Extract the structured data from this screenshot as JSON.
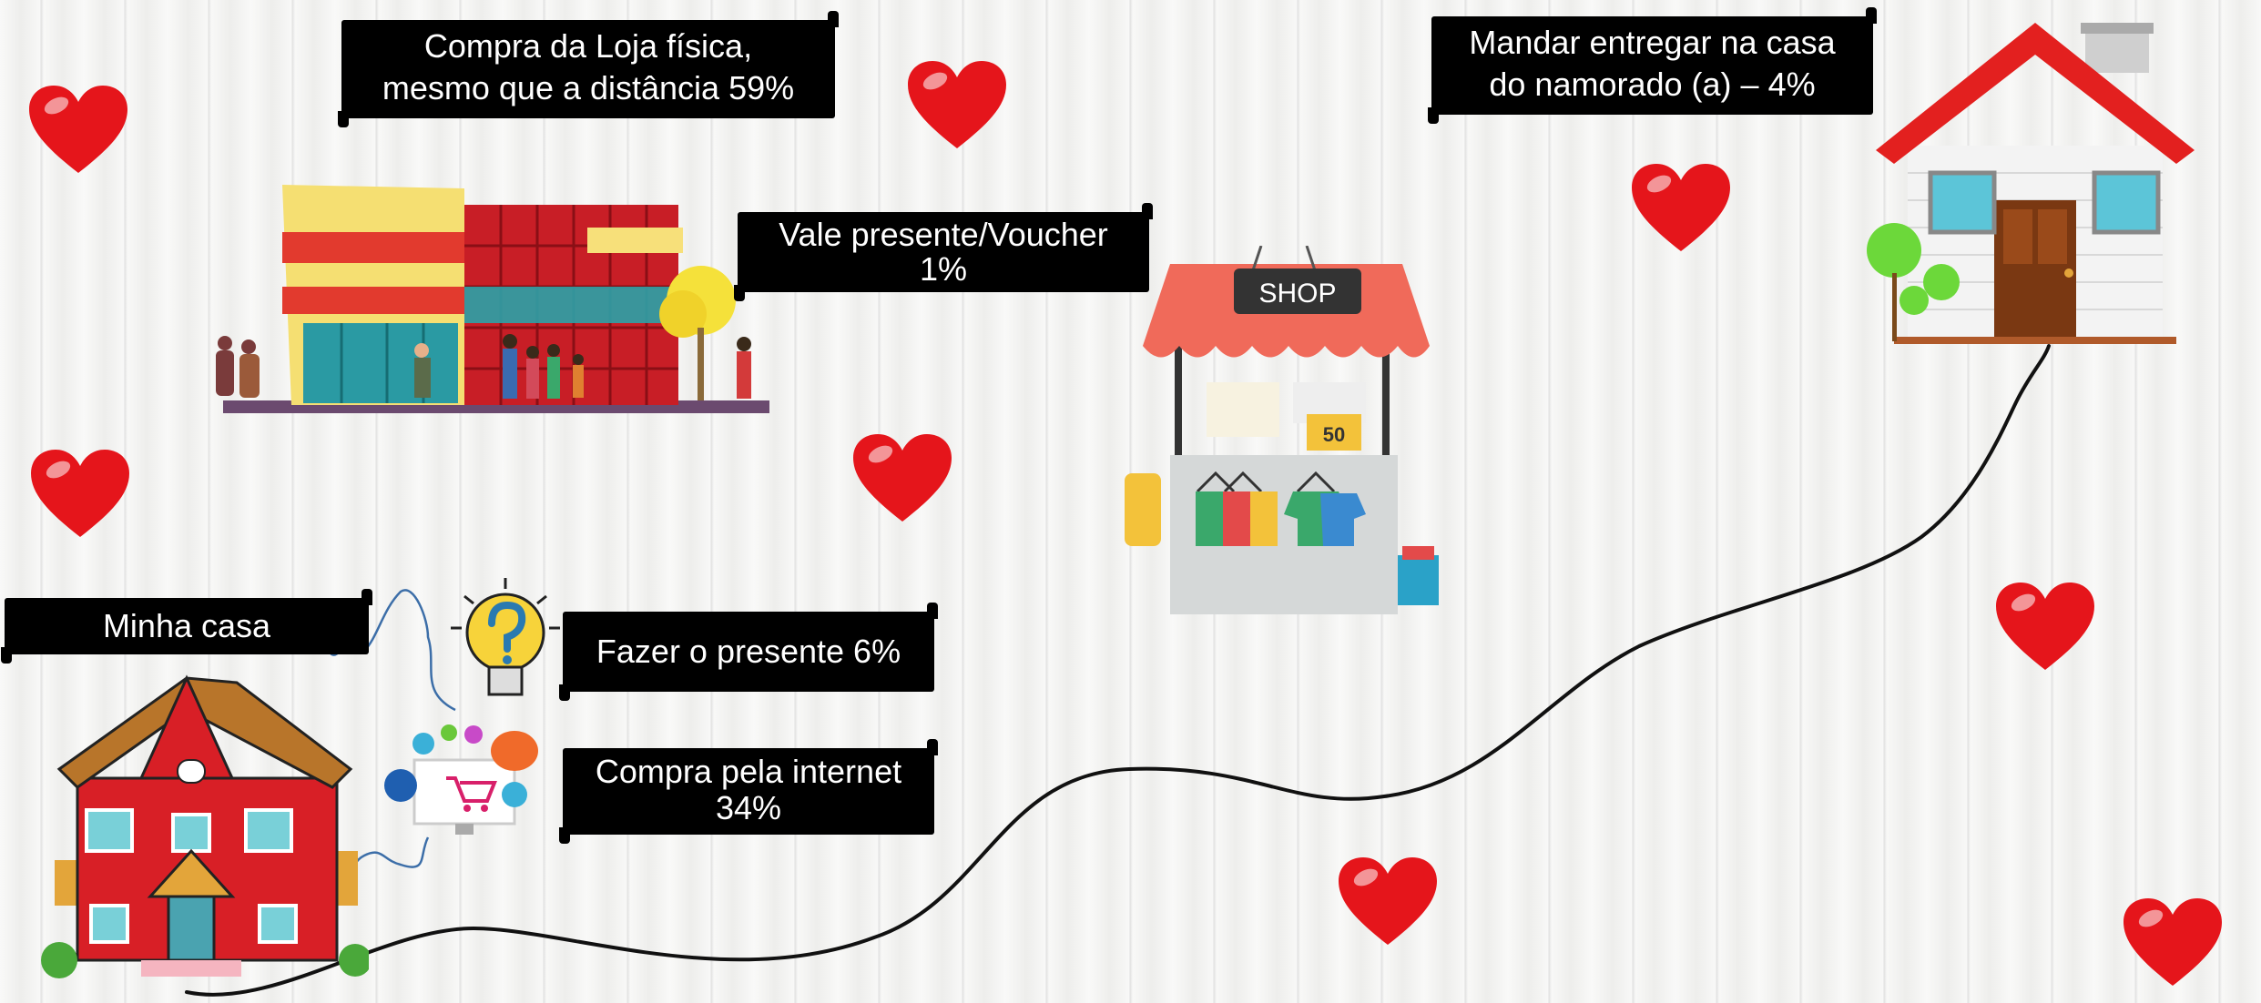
{
  "labels": {
    "store": [
      "Compra da Loja física,",
      "mesmo que a distância 59%"
    ],
    "voucher": [
      "Vale presente/Voucher",
      "1%"
    ],
    "delivery": [
      "Mandar entregar na casa",
      "do namorado (a) – 4%"
    ],
    "home": [
      "Minha casa"
    ],
    "make_gift": [
      "Fazer o presente 6%"
    ],
    "internet": [
      "Compra pela internet",
      "34%"
    ]
  },
  "shop_sign": "SHOP",
  "sale_tag": "50",
  "colors": {
    "heart": "#e5151b",
    "label_bg": "#000000",
    "label_text": "#ffffff",
    "red_house": "#d81f26",
    "roof_brown": "#b8752a",
    "awning": "#f06a5a"
  },
  "icons": [
    "heart-icon",
    "department-store-icon",
    "market-stall-icon",
    "white-house-icon",
    "red-house-icon",
    "lightbulb-question-icon",
    "online-shopping-icon"
  ]
}
